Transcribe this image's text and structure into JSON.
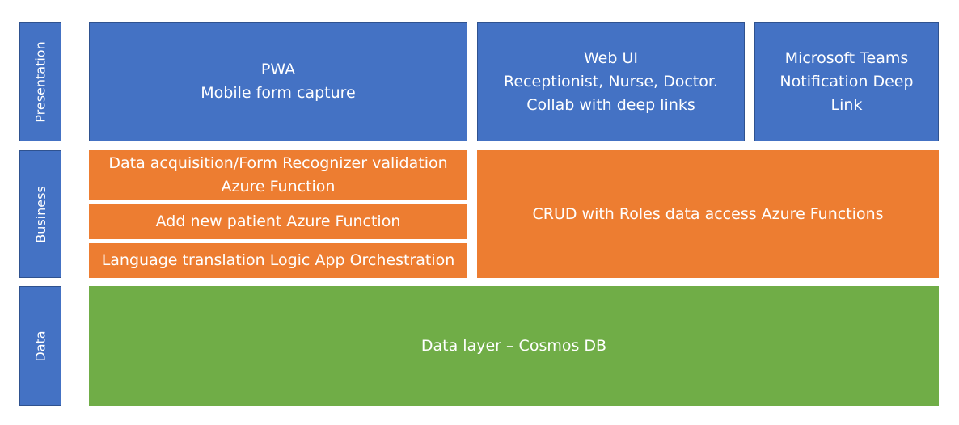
{
  "layers": {
    "presentation": "Presentation",
    "business": "Business",
    "data": "Data"
  },
  "presentation_boxes": {
    "pwa": [
      "PWA",
      "Mobile form capture"
    ],
    "web_ui": [
      "Web UI",
      "Receptionist, Nurse, Doctor.",
      "Collab with deep links"
    ],
    "teams": [
      "Microsoft Teams",
      "Notification Deep",
      "Link"
    ]
  },
  "business_boxes": {
    "data_acquisition": [
      "Data acquisition/Form Recognizer validation",
      "Azure Function"
    ],
    "add_patient": "Add new patient Azure Function",
    "translation": "Language translation Logic App Orchestration",
    "crud": "CRUD with Roles data access Azure Functions"
  },
  "data_box": "Data layer – Cosmos DB",
  "colors": {
    "presentation": "#4472c4",
    "business": "#ed7d31",
    "data": "#70ad47"
  }
}
